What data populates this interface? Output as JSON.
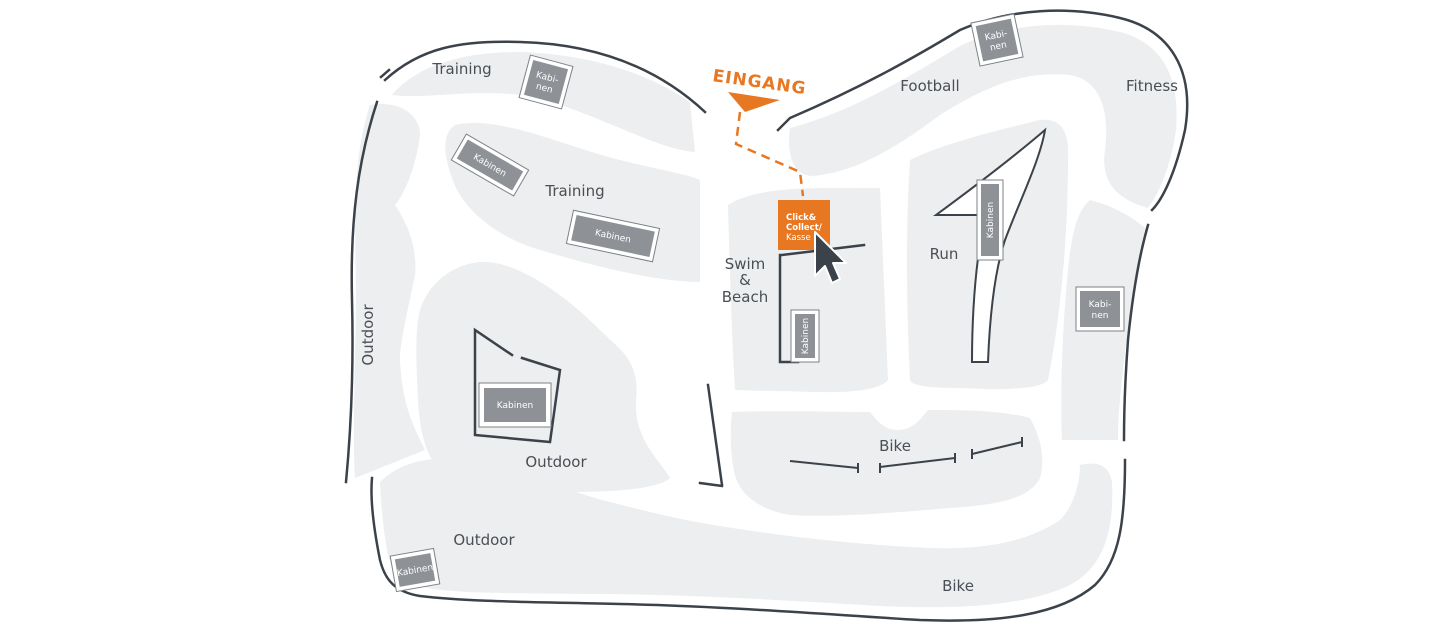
{
  "colors": {
    "accent": "#e87722",
    "zone_fill": "#eceeef",
    "path_fill": "#ffffff",
    "wall": "#3c4249",
    "cabin": "#8e9296",
    "label": "#4a4f55"
  },
  "entrance": {
    "label": "EINGANG"
  },
  "kasse": {
    "line1": "Click&",
    "line2": "Collect/",
    "line3": "Kasse"
  },
  "cursor": {
    "icon": "mouse-pointer-icon"
  },
  "zones": {
    "training_top": "Training",
    "training_mid": "Training",
    "football": "Football",
    "fitness": "Fitness",
    "swim_1": "Swim",
    "swim_2": "&",
    "swim_3": "Beach",
    "run": "Run",
    "outdoor_left": "Outdoor",
    "outdoor_center": "Outdoor",
    "outdoor_bottom": "Outdoor",
    "bike_mid": "Bike",
    "bike_bottom": "Bike"
  },
  "cabins": {
    "training_top_1": "Kabi-",
    "training_top_2": "nen",
    "football_1": "Kabi-",
    "football_2": "nen",
    "training_mid_a": "Kabinen",
    "training_mid_b": "Kabinen",
    "run": "Kabinen",
    "swim": "Kabinen",
    "fitness_1": "Kabi-",
    "fitness_2": "nen",
    "outdoor_center": "Kabinen",
    "outdoor_bottom": "Kabinen"
  }
}
